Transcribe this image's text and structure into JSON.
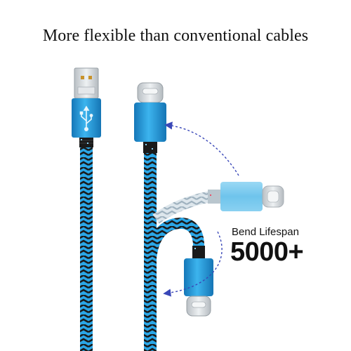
{
  "headline": "More flexible than conventional cables",
  "callout": {
    "label": "Bend Lifespan",
    "count": "5000+"
  },
  "colors": {
    "cable_blue": "#2aa6e6",
    "connector_blue": "#1e8fd0",
    "connector_light_blue": "#7fcdf0",
    "cable_grey": "#c9d6de",
    "braid_dark": "#1a1a1a",
    "arrow_blue": "#3a48b8",
    "metal": "#d9dde0"
  },
  "icons": [
    "usb-trident-icon",
    "bend-arrow-icon"
  ]
}
